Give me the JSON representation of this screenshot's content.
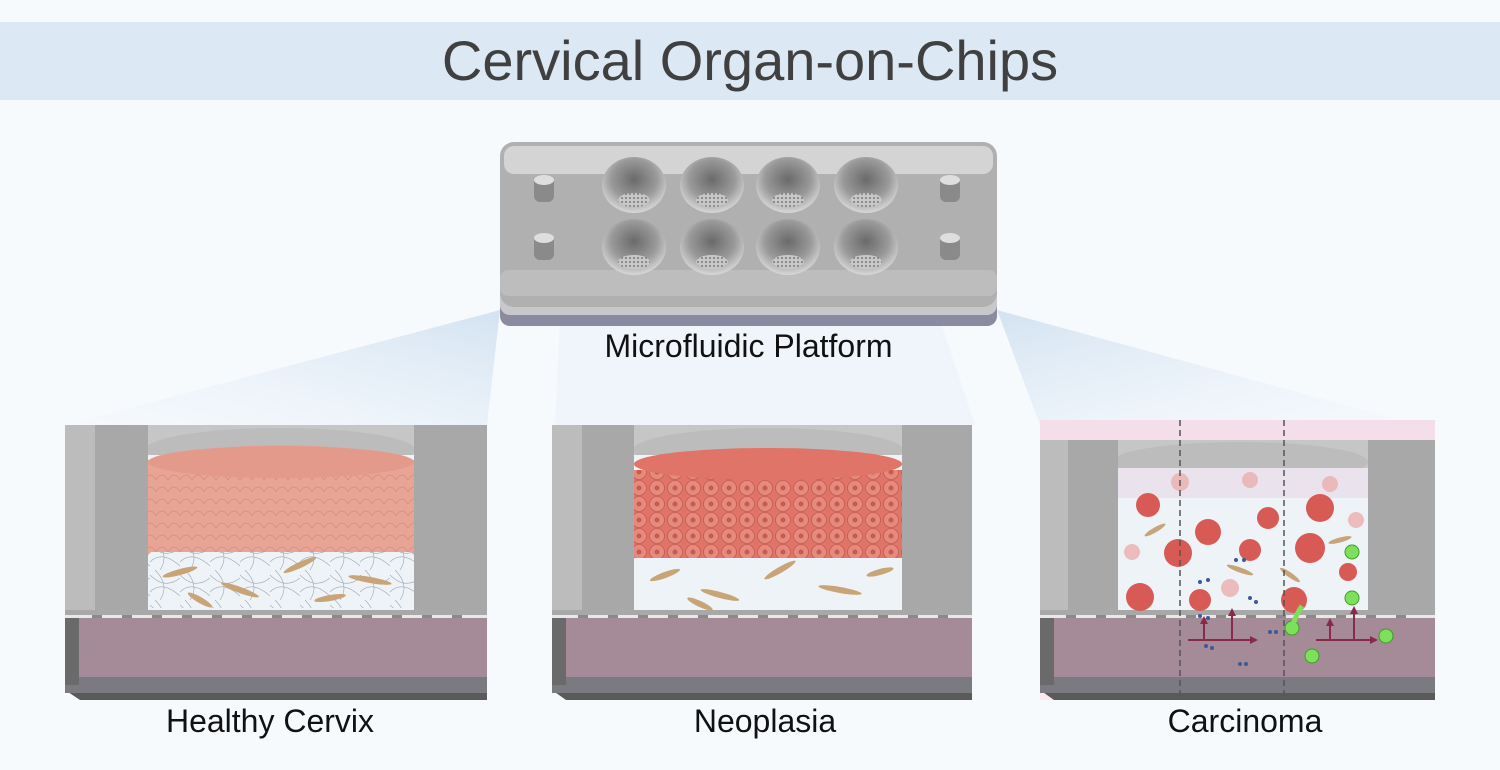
{
  "title": "Cervical Organ-on-Chips",
  "platform": {
    "label": "Microfluidic Platform"
  },
  "models": [
    {
      "label": "Healthy Cervix"
    },
    {
      "label": "Neoplasia"
    },
    {
      "label": "Carcinoma"
    }
  ],
  "colors": {
    "title_band": "#dce8f4",
    "chip_gray": "#a8a8a8",
    "epithelium_healthy": "#e8a596",
    "epithelium_neoplasia": "#e07468",
    "tumor": "#d85a55",
    "bottom_channel": "#a58a98",
    "stroma": "#e6eef6",
    "fibroblast": "#c9a477",
    "immune_cell": "#7ee05a",
    "signal_arrow": "#8a2a4a"
  }
}
